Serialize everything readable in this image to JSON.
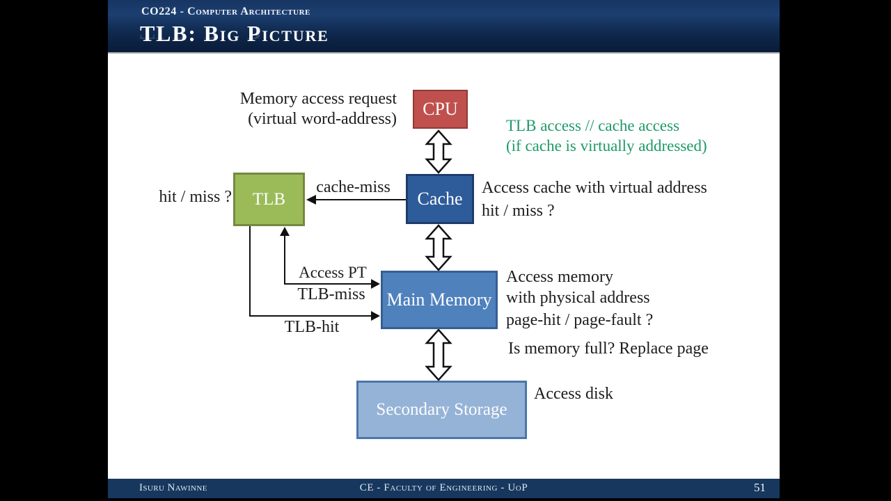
{
  "header": {
    "course": "CO224 - Computer Architecture",
    "title": "TLB:  Big Picture"
  },
  "diagram": {
    "boxes": {
      "cpu": "CPU",
      "tlb": "TLB",
      "cache": "Cache",
      "main_memory": "Main Memory",
      "secondary_storage": "Secondary Storage"
    },
    "labels": {
      "memory_request": [
        "Memory access request",
        "(virtual word-address)"
      ],
      "tlb_access_note": [
        "TLB access // cache access",
        "(if cache is virtually addressed)"
      ],
      "hit_miss_left": "hit / miss ?",
      "cache_miss": "cache-miss",
      "access_cache": [
        "Access cache with virtual address",
        "hit / miss ?"
      ],
      "access_pt": "Access PT",
      "tlb_miss": "TLB-miss",
      "tlb_hit": "TLB-hit",
      "access_memory": [
        "Access memory",
        "with physical address"
      ],
      "page_hit_fault": "page-hit / page-fault ?",
      "memory_full": "Is memory full? Replace page",
      "access_disk": "Access disk"
    }
  },
  "footer": {
    "author": "Isuru Nawinne",
    "center": "CE  -  Faculty of Engineering  -  UoP",
    "page": "51"
  },
  "colors": {
    "cpu-fill": "#c0504d",
    "cpu-border": "#8f3a36",
    "tlb-fill": "#9bbb59",
    "tlb-border": "#75893d",
    "cache-fill": "#2e5c9b",
    "cache-border": "#1d3c6b",
    "mm-fill": "#4f81bd",
    "mm-border": "#365f91",
    "ss-fill": "#95b3d7",
    "ss-border": "#4a76ab",
    "note-green": "#1d9a68",
    "bar-navy": "#17375e"
  }
}
